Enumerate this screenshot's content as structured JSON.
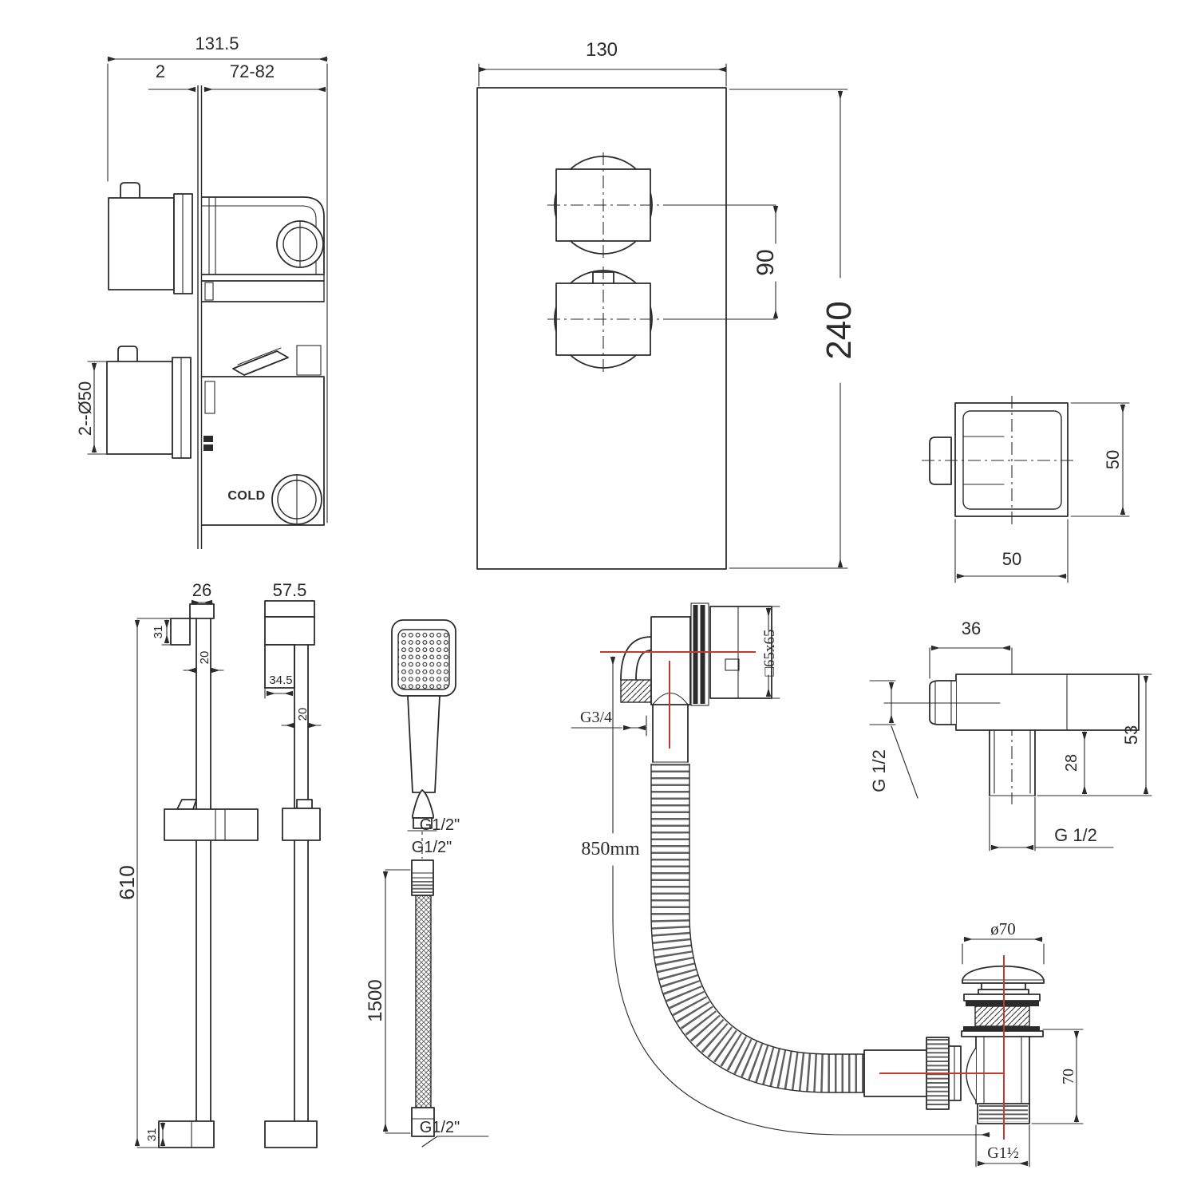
{
  "page": {
    "background": "#ffffff",
    "ink_color": "#2b2b2b",
    "accent_red": "#c23a32"
  },
  "valve_side_view": {
    "dim_overall_width": "131.5",
    "dim_plate_thickness": "2",
    "dim_depth_adjust": "72-82",
    "dim_knob_diameter": "2--Ø50",
    "label_cold_inlet": "COLD"
  },
  "valve_front_view": {
    "dim_plate_width": "130",
    "dim_plate_height": "240",
    "dim_handle_centres": "90"
  },
  "square_wall_outlet": {
    "dim_height": "50",
    "dim_width": "50"
  },
  "slide_rail": {
    "dim_cap_width": "26",
    "dim_head_width": "57.5",
    "dim_top_bracket_height": "31",
    "dim_rail_width_left": "20",
    "dim_wall_bracket_depth": "34.5",
    "dim_rail_width_right": "20",
    "dim_rail_length": "610",
    "dim_bottom_bracket_height": "31"
  },
  "handset": {
    "dim_outlet_thread": "G1/2\"",
    "dim_hose_top_thread": "G1/2\"",
    "dim_hose_length": "1500",
    "dim_hose_bottom_thread": "G1/2\""
  },
  "bath_overflow": {
    "dim_overflow_thread": "G3/4",
    "dim_faceplate_size": "□65x65",
    "dim_hose_length": "850mm"
  },
  "bath_waste": {
    "dim_cap_diameter": "ø70",
    "dim_body_height": "70",
    "dim_outlet_thread": "G1½"
  },
  "wall_outlet_elbow": {
    "dim_body_width": "36",
    "dim_body_height": "53",
    "dim_spigot_length": "28",
    "dim_side_thread": "G 1/2",
    "dim_bottom_thread": "G 1/2"
  }
}
